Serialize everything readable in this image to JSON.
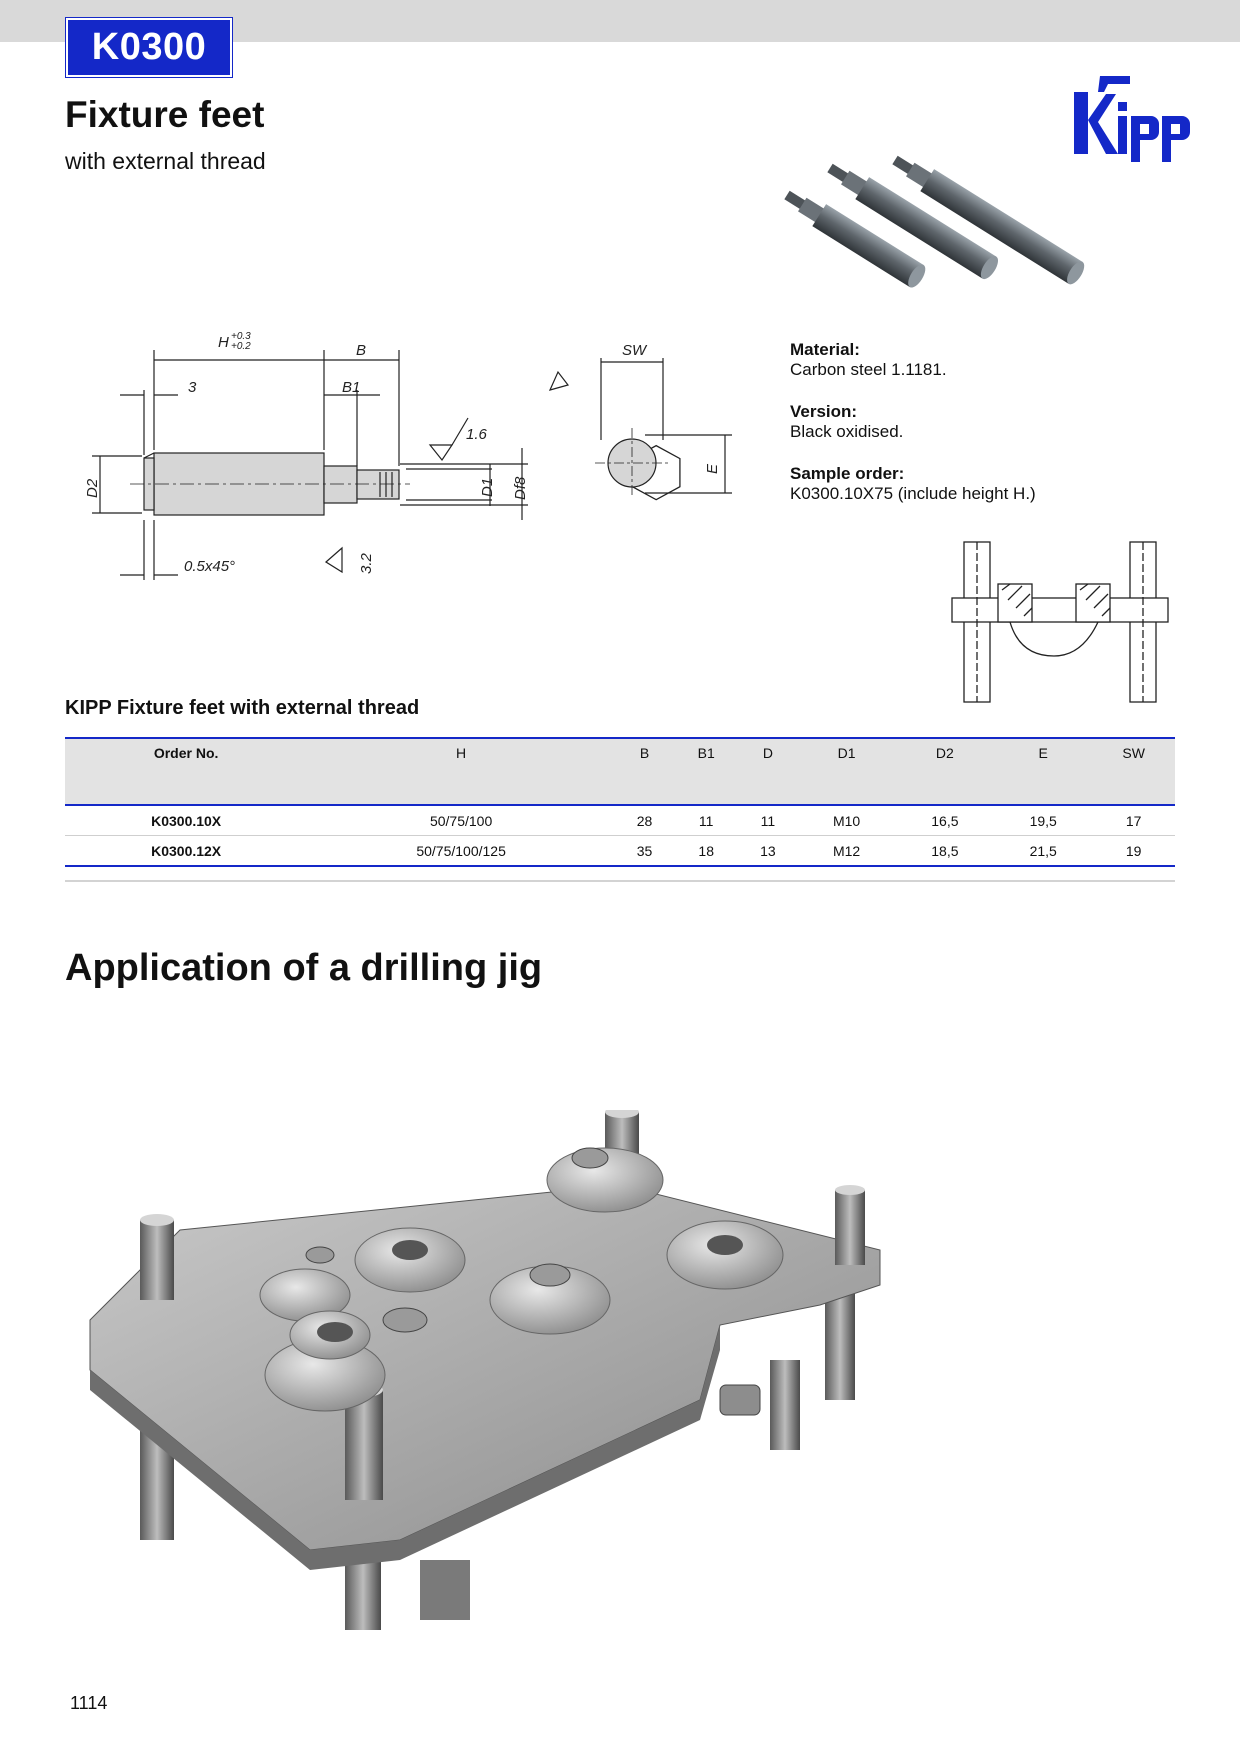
{
  "header": {
    "product_code": "K0300"
  },
  "title": "Fixture feet",
  "subtitle": "with external thread",
  "drawing_labels": {
    "h": "H",
    "h_tol_upper": "+0.3",
    "h_tol_lower": "+0.2",
    "b": "B",
    "three": "3",
    "b1": "B1",
    "d2": "D2",
    "d1": "D1",
    "df8": "Df8",
    "sw": "SW",
    "e": "E",
    "r1": "1.6",
    "r2": "3.2",
    "chamfer": "0.5x45°"
  },
  "info": {
    "material_label": "Material:",
    "material_value": "Carbon steel 1.1181.",
    "version_label": "Version:",
    "version_value": "Black oxidised.",
    "sample_label": "Sample order:",
    "sample_value": "K0300.10X75 (include height H.)"
  },
  "table": {
    "title": "KIPP Fixture feet with external thread",
    "columns": [
      "Order No.",
      "H",
      "B",
      "B1",
      "D",
      "D1",
      "D2",
      "E",
      "SW"
    ],
    "rows": [
      [
        "K0300.10X",
        "50/75/100",
        "28",
        "11",
        "11",
        "M10",
        "16,5",
        "19,5",
        "17"
      ],
      [
        "K0300.12X",
        "50/75/100/125",
        "35",
        "18",
        "13",
        "M12",
        "18,5",
        "21,5",
        "19"
      ]
    ]
  },
  "application_title": "Application of a drilling jig",
  "page_number": "1114",
  "colors": {
    "accent": "#1428c8",
    "band": "#d9d9d9"
  },
  "icons": {
    "logo": "kipp-logo"
  }
}
